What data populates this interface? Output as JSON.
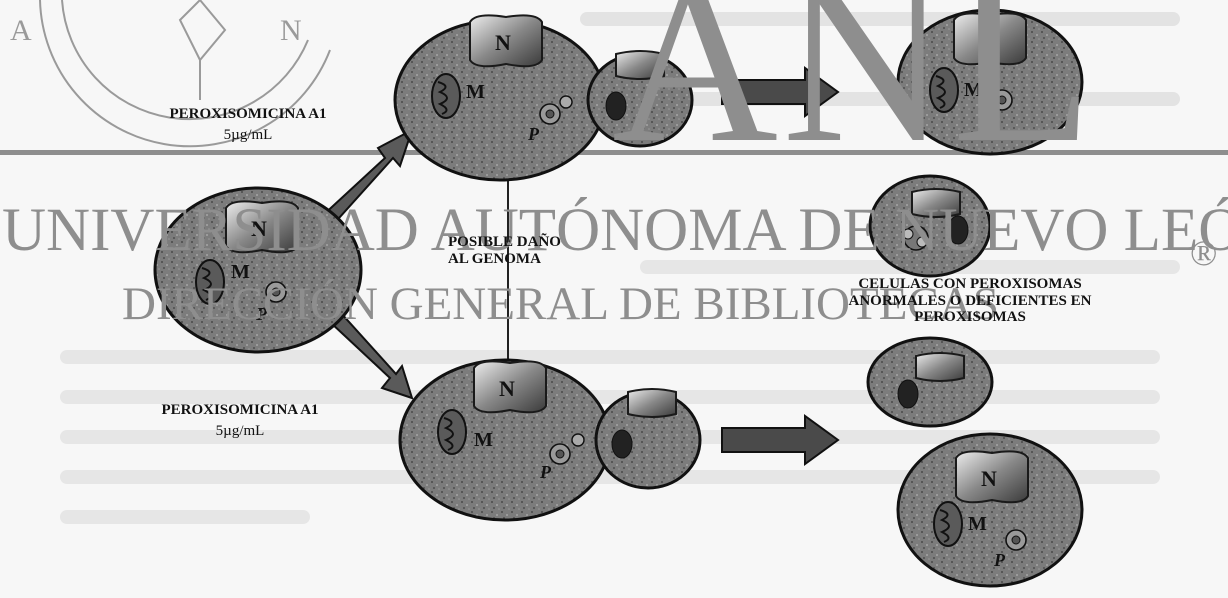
{
  "treatment_top": {
    "name": "PEROXISOMICINA A1",
    "conc": "5µg/mL"
  },
  "treatment_bottom": {
    "name": "PEROXISOMICINA A1",
    "conc": "5µg/mL"
  },
  "genome_label": {
    "line1": "POSIBLE DAÑO",
    "line2": "AL GENOMA"
  },
  "result_label": {
    "line1": "CELULAS CON PEROXISOMAS",
    "line2": "ANORMALES O DEFICIENTES EN",
    "line3": "PEROXISOMAS"
  },
  "organelles": {
    "nucleus": "N",
    "mitochondria": "M",
    "peroxisome": "P"
  },
  "watermark": {
    "line1": "UNIVERSIDAD AUTÓNOMA DE NUEVO LEÓN",
    "line2": "DIRECCIÓN GENERAL DE BIBLIOTECAS",
    "big_letters": "ANL",
    "registered": "®"
  },
  "colors": {
    "cell_fill": "#7c7c7c",
    "arrow_fill": "#5a5a5a",
    "watermark": "#8e8e8e"
  }
}
